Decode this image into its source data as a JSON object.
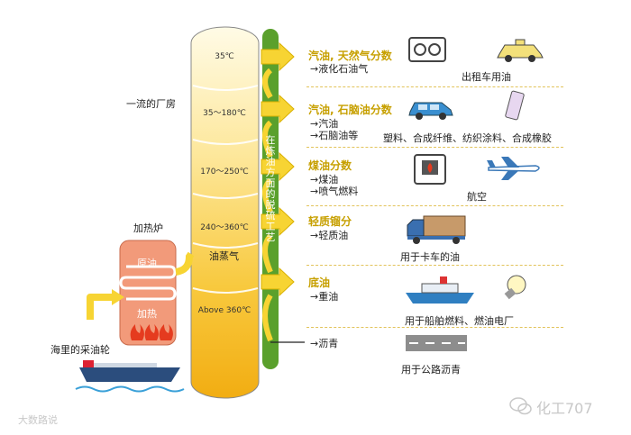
{
  "left": {
    "factory_label": "一流的厂房",
    "furnace_label": "加热炉",
    "crude_label": "原油",
    "heat_label": "加热",
    "ship_label": "海里的采油轮",
    "vapor_label": "油蒸气"
  },
  "tower": {
    "vertical_text": "在炼油方面的脱硫工艺",
    "temps": [
      "35℃",
      "35～180℃",
      "170～250℃",
      "240～360℃",
      "Above 360℃"
    ]
  },
  "products": [
    {
      "title": "汽油, 天然气分数",
      "items": [
        "→液化石油气"
      ],
      "use": "出租车用油",
      "icons": [
        "stove-icon",
        "taxi-icon"
      ]
    },
    {
      "title": "汽油, 石脑油分数",
      "items": [
        "→汽油",
        "→石脑油等"
      ],
      "use": "塑料、合成纤维、纺织涂料、合成橡胶",
      "icons": [
        "car-icon",
        "phone-icon"
      ]
    },
    {
      "title": "煤油分数",
      "items": [
        "→煤油",
        "→喷气燃料"
      ],
      "use": "航空",
      "icons": [
        "heater-icon",
        "airplane-icon"
      ]
    },
    {
      "title": "轻质镏分",
      "items": [
        "→轻质油"
      ],
      "use": "用于卡车的油",
      "icons": [
        "truck-icon"
      ]
    },
    {
      "title": "底油",
      "items": [
        "→重油"
      ],
      "use": "用于船舶燃料、燃油电厂",
      "icons": [
        "ship-icon",
        "lightbulb-icon"
      ]
    },
    {
      "title": "",
      "items": [
        "→沥青"
      ],
      "use": "用于公路沥青",
      "icons": [
        "road-icon"
      ]
    }
  ],
  "watermarks": {
    "right": "化工707",
    "left": "大数路说"
  },
  "colors": {
    "tower_top": "#fff6c9",
    "tower_bottom": "#f3b218",
    "pipe": "#5aa02c",
    "arrow": "#f7d433",
    "furnace": "#f29a7a"
  }
}
